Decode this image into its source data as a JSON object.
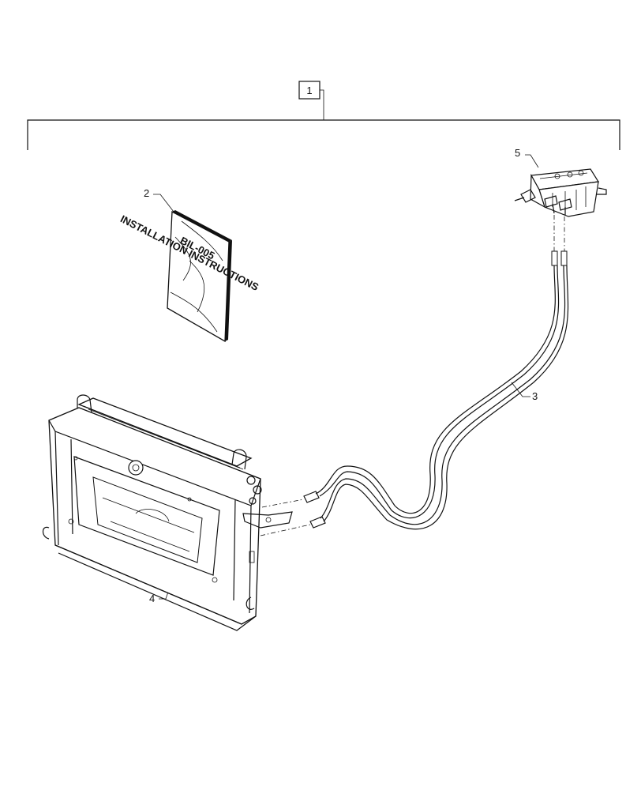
{
  "diagram": {
    "callouts": {
      "assembly": "1",
      "manual": "2",
      "hose": "3",
      "frame": "4",
      "valve": "5"
    },
    "manual_cover_text": [
      "BIL-005",
      "INSTALLATION INSTRUCTIONS"
    ]
  }
}
